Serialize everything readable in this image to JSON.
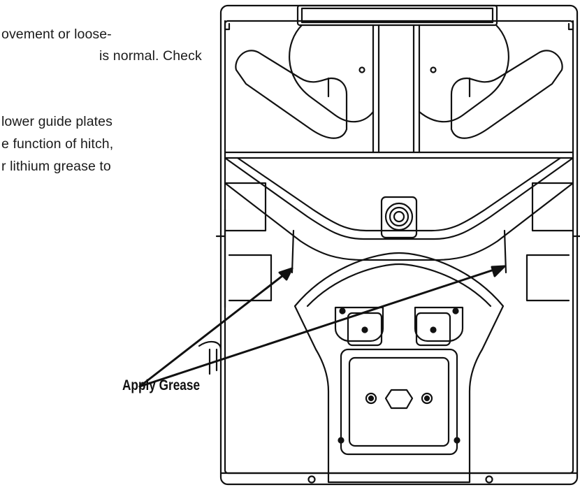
{
  "instructions": {
    "line1": "ovement or loose-",
    "line2": "is normal. Check",
    "line3": "lower guide plates",
    "line4": "e function of hitch,",
    "line5": "r lithium grease to"
  },
  "callout": {
    "label": "Apply Grease"
  }
}
